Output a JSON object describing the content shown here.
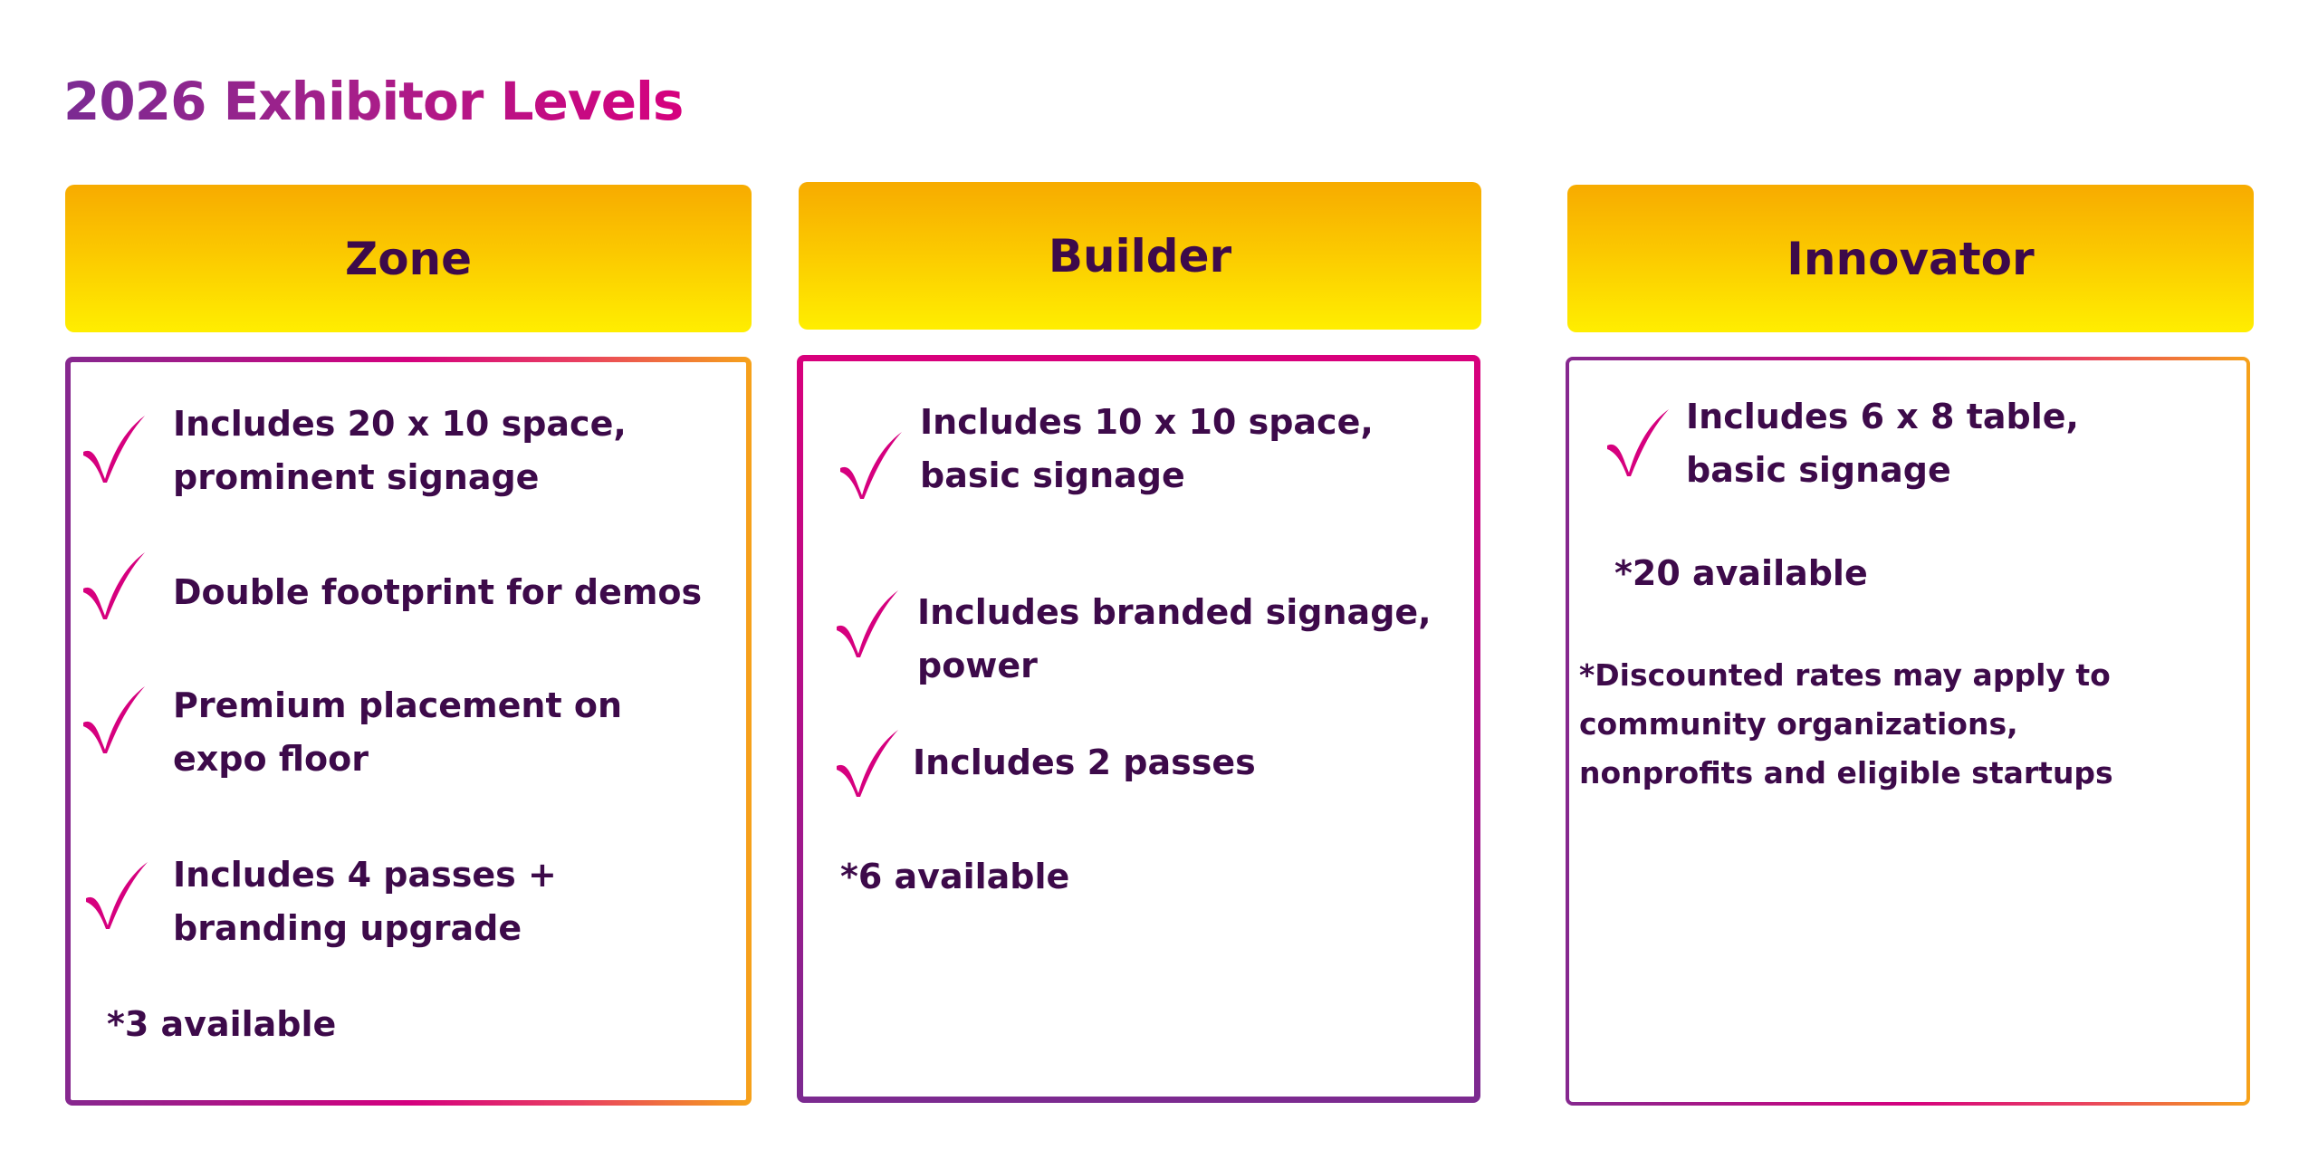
{
  "title": "2026 Exhibitor Levels",
  "colors": {
    "text": "#3d0a4a",
    "check": "#d6007e",
    "header_top": "#f7ab00",
    "header_bottom": "#ffee00"
  },
  "tiers": [
    {
      "name": "Zone",
      "items": [
        [
          "Includes 20 x 10 space,",
          "prominent signage"
        ],
        [
          "Double footprint for demos"
        ],
        [
          "Premium placement on",
          "expo floor"
        ],
        [
          "Includes 4 passes +",
          "branding upgrade"
        ]
      ],
      "availability": "*3 available"
    },
    {
      "name": "Builder",
      "items": [
        [
          "Includes 10 x 10 space,",
          "basic signage"
        ],
        [
          "Includes branded signage,",
          "power"
        ],
        [
          "Includes 2 passes"
        ]
      ],
      "availability": "*6 available"
    },
    {
      "name": "Innovator",
      "items": [
        [
          "Includes 6 x 8 table,",
          "basic signage"
        ]
      ],
      "availability": "*20 available",
      "note": [
        "*Discounted rates may apply to",
        "community organizations,",
        "nonprofits and eligible startups"
      ]
    }
  ]
}
